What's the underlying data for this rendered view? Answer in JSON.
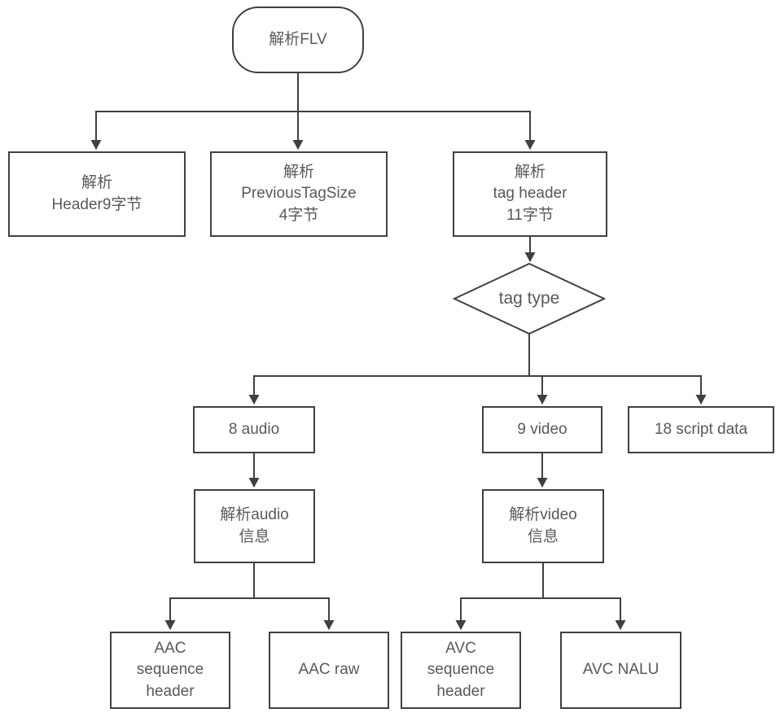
{
  "diagram": {
    "colors": {
      "line": "#404040",
      "border": "#404040",
      "text": "#595959",
      "background": "#ffffff"
    },
    "nodes": {
      "start": {
        "label": "解析FLV"
      },
      "parse_header": {
        "label": "解析\nHeader9字节"
      },
      "parse_prev_tag": {
        "label": "解析\nPreviousTagSize\n4字节"
      },
      "parse_tag_header": {
        "label": "解析\ntag header\n11字节"
      },
      "tag_type": {
        "label": "tag type"
      },
      "audio_8": {
        "label": "8 audio"
      },
      "video_9": {
        "label": "9 video"
      },
      "script_data_18": {
        "label": "18 script data"
      },
      "parse_audio": {
        "label": "解析audio\n信息"
      },
      "parse_video": {
        "label": "解析video\n信息"
      },
      "aac_sequence": {
        "label": "AAC\nsequence\nheader"
      },
      "aac_raw": {
        "label": "AAC raw"
      },
      "avc_sequence": {
        "label": "AVC\nsequence\nheader"
      },
      "avc_nalu": {
        "label": "AVC NALU"
      }
    }
  }
}
